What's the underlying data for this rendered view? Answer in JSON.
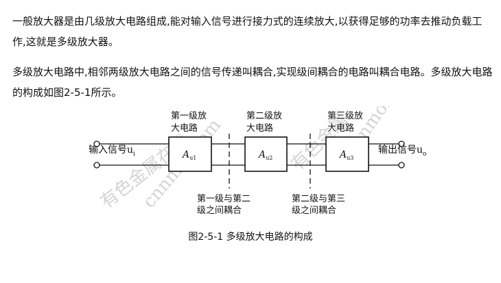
{
  "paragraphs": [
    "一般放大器是由几级放大电路组成,能对输入信号进行接力式的连续放大,以获得足够的功率去推动负载工作,这就是多级放大器。",
    "多级放大电路中,相邻两级放大电路之间的信号传递叫耦合,实现级间耦合的电路叫耦合电路。多级放大电路的构成如图2-5-1所示。"
  ],
  "diagram": {
    "input_label": "输入信号u",
    "input_sub": "i",
    "output_label": "输出信号u",
    "output_sub": "o",
    "stages": [
      {
        "title_line1": "第一级放",
        "title_line2": "大电路",
        "symbol": "A",
        "sub": "u1"
      },
      {
        "title_line1": "第二级放",
        "title_line2": "大电路",
        "symbol": "A",
        "sub": "u2"
      },
      {
        "title_line1": "第三级放",
        "title_line2": "大电路",
        "symbol": "A",
        "sub": "u3"
      }
    ],
    "couplings": [
      {
        "line1": "第一级与第二",
        "line2": "级之间耦合"
      },
      {
        "line1": "第二级与第三",
        "line2": "级之间耦合"
      }
    ],
    "watermarks": [
      "有色金属在线",
      "cnnmol.com",
      "有色金属",
      "cnnmol."
    ]
  },
  "caption": "图2-5-1 多级放大电路的构成"
}
